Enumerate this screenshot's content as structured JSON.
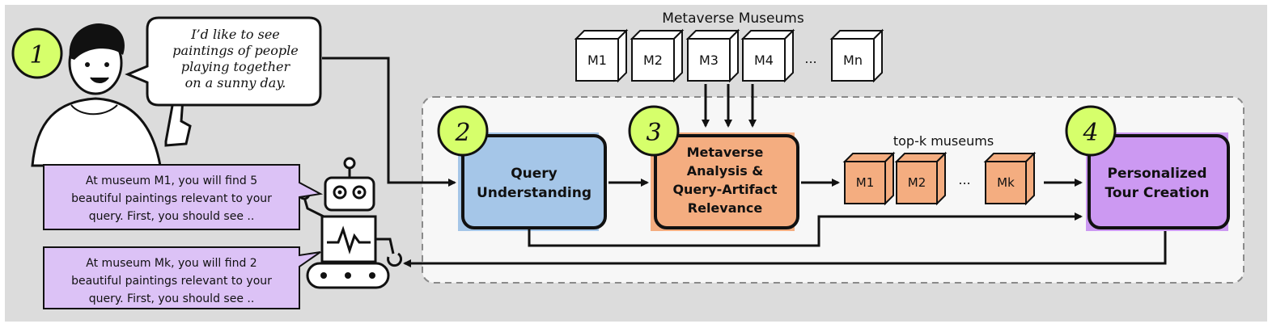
{
  "user_speech": [
    "I’d like to see",
    "paintings of people",
    "playing together",
    "on a sunny day."
  ],
  "step_numbers": [
    "1",
    "2",
    "3",
    "4"
  ],
  "metaverse_label": "Metaverse Museums",
  "museums": [
    "M1",
    "M2",
    "M3",
    "M4",
    "...",
    "Mn"
  ],
  "query_understanding": [
    "Query",
    "Understanding"
  ],
  "analysis": [
    "Metaverse",
    "Analysis &",
    "Query-Artifact",
    "Relevance"
  ],
  "topk_label": "top-k museums",
  "topk_museums": [
    "M1",
    "M2",
    "...",
    "Mk"
  ],
  "tour": [
    "Personalized",
    "Tour Creation"
  ],
  "response_1": [
    "At museum M1, you will find 5",
    "beautiful paintings relevant to your",
    "query. First, you should see .."
  ],
  "response_2": [
    "At museum Mk, you will find 2",
    "beautiful paintings relevant to your",
    "query. First, you should see .."
  ],
  "colors": {
    "background": "#dcdcdc",
    "step_badge": "#d6ff6b",
    "query_box": "#a5c6e8",
    "analysis_box": "#f4ad80",
    "tour_box": "#cc99f2",
    "response_box": "#dcc2f6"
  }
}
